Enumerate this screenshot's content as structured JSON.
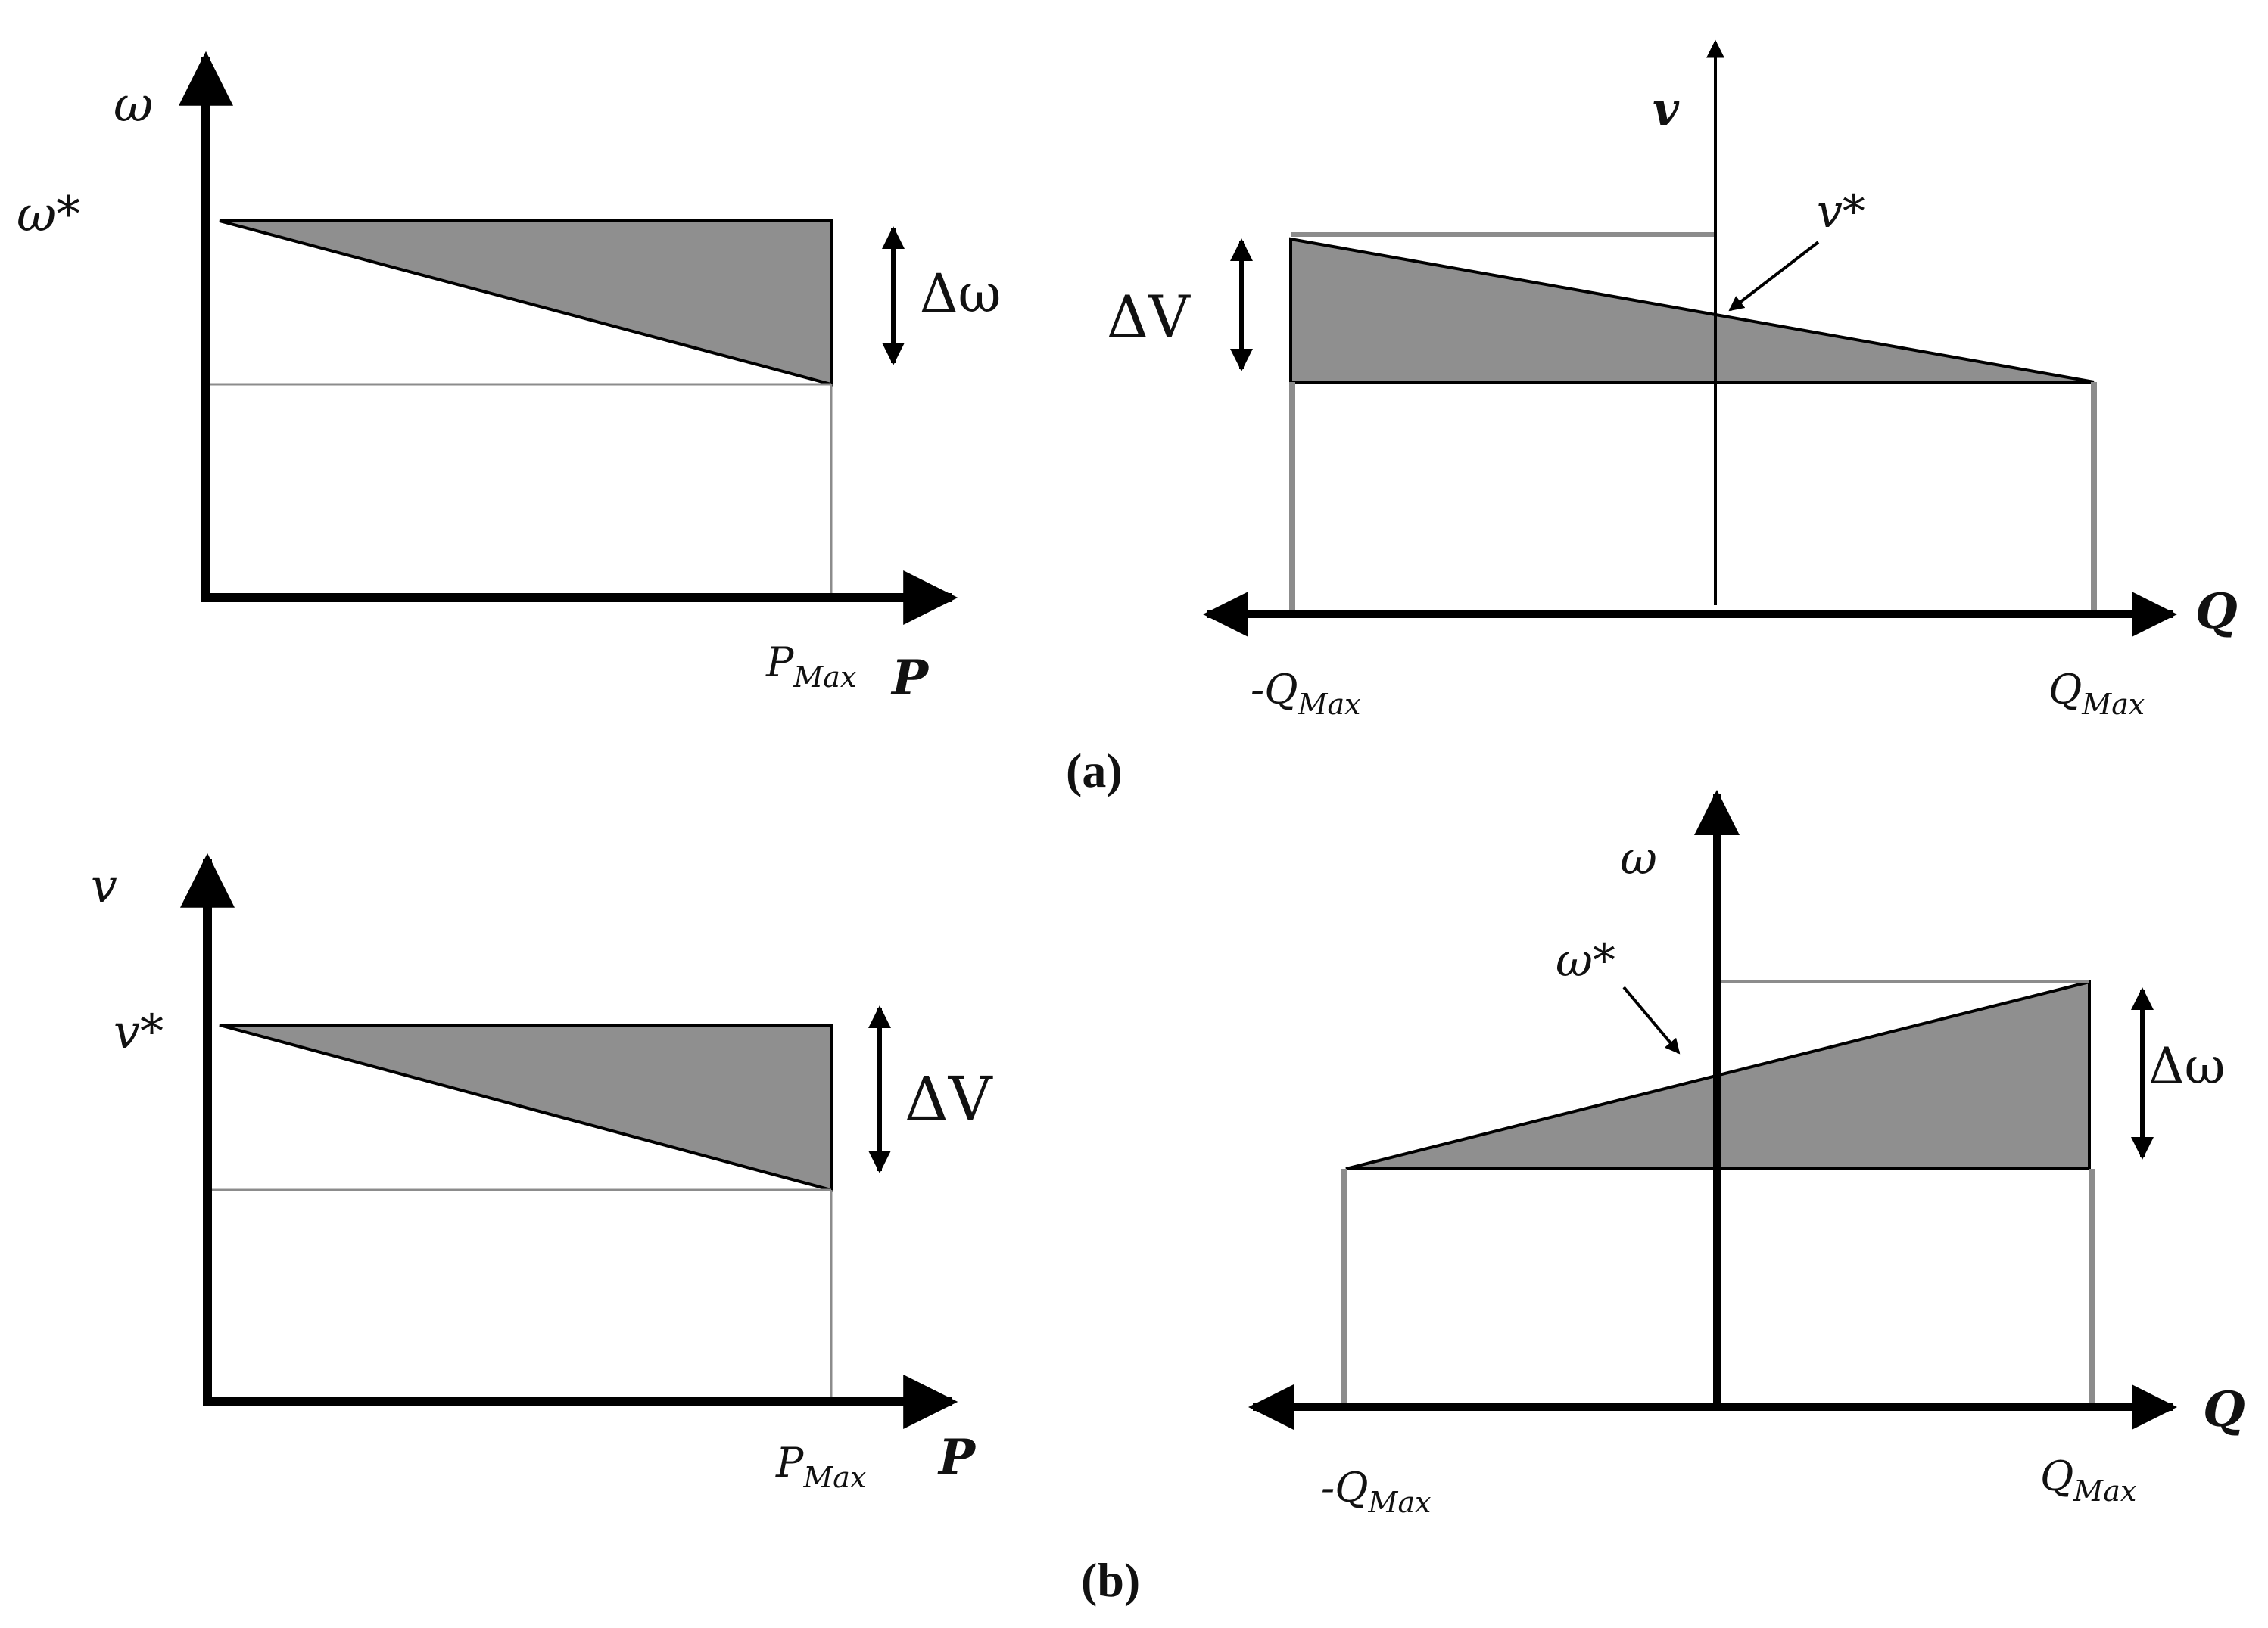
{
  "colors": {
    "fill": "#8f8f8f",
    "axis": "#000000",
    "guide": "#8c8c8c"
  },
  "panel_a": {
    "caption": "(a)",
    "left": {
      "y_label": "ω",
      "x_label": "P",
      "y_ref_label": "ω*",
      "x_max_main": "P",
      "x_max_sub": "Max",
      "delta_label": "Δω"
    },
    "right": {
      "y_label": "v",
      "x_label": "Q",
      "ref_label": "v*",
      "delta_label": "ΔV",
      "x_min_main": "-Q",
      "x_min_sub": "Max",
      "x_max_main": "Q",
      "x_max_sub": "Max"
    }
  },
  "panel_b": {
    "caption": "(b)",
    "left": {
      "y_label": "v",
      "x_label": "P",
      "y_ref_label": "v*",
      "x_max_main": "P",
      "x_max_sub": "Max",
      "delta_label": "ΔV"
    },
    "right": {
      "y_label": "ω",
      "x_label": "Q",
      "ref_label": "ω*",
      "delta_label": "Δω",
      "x_min_main": "-Q",
      "x_min_sub": "Max",
      "x_max_main": "Q",
      "x_max_sub": "Max"
    }
  }
}
